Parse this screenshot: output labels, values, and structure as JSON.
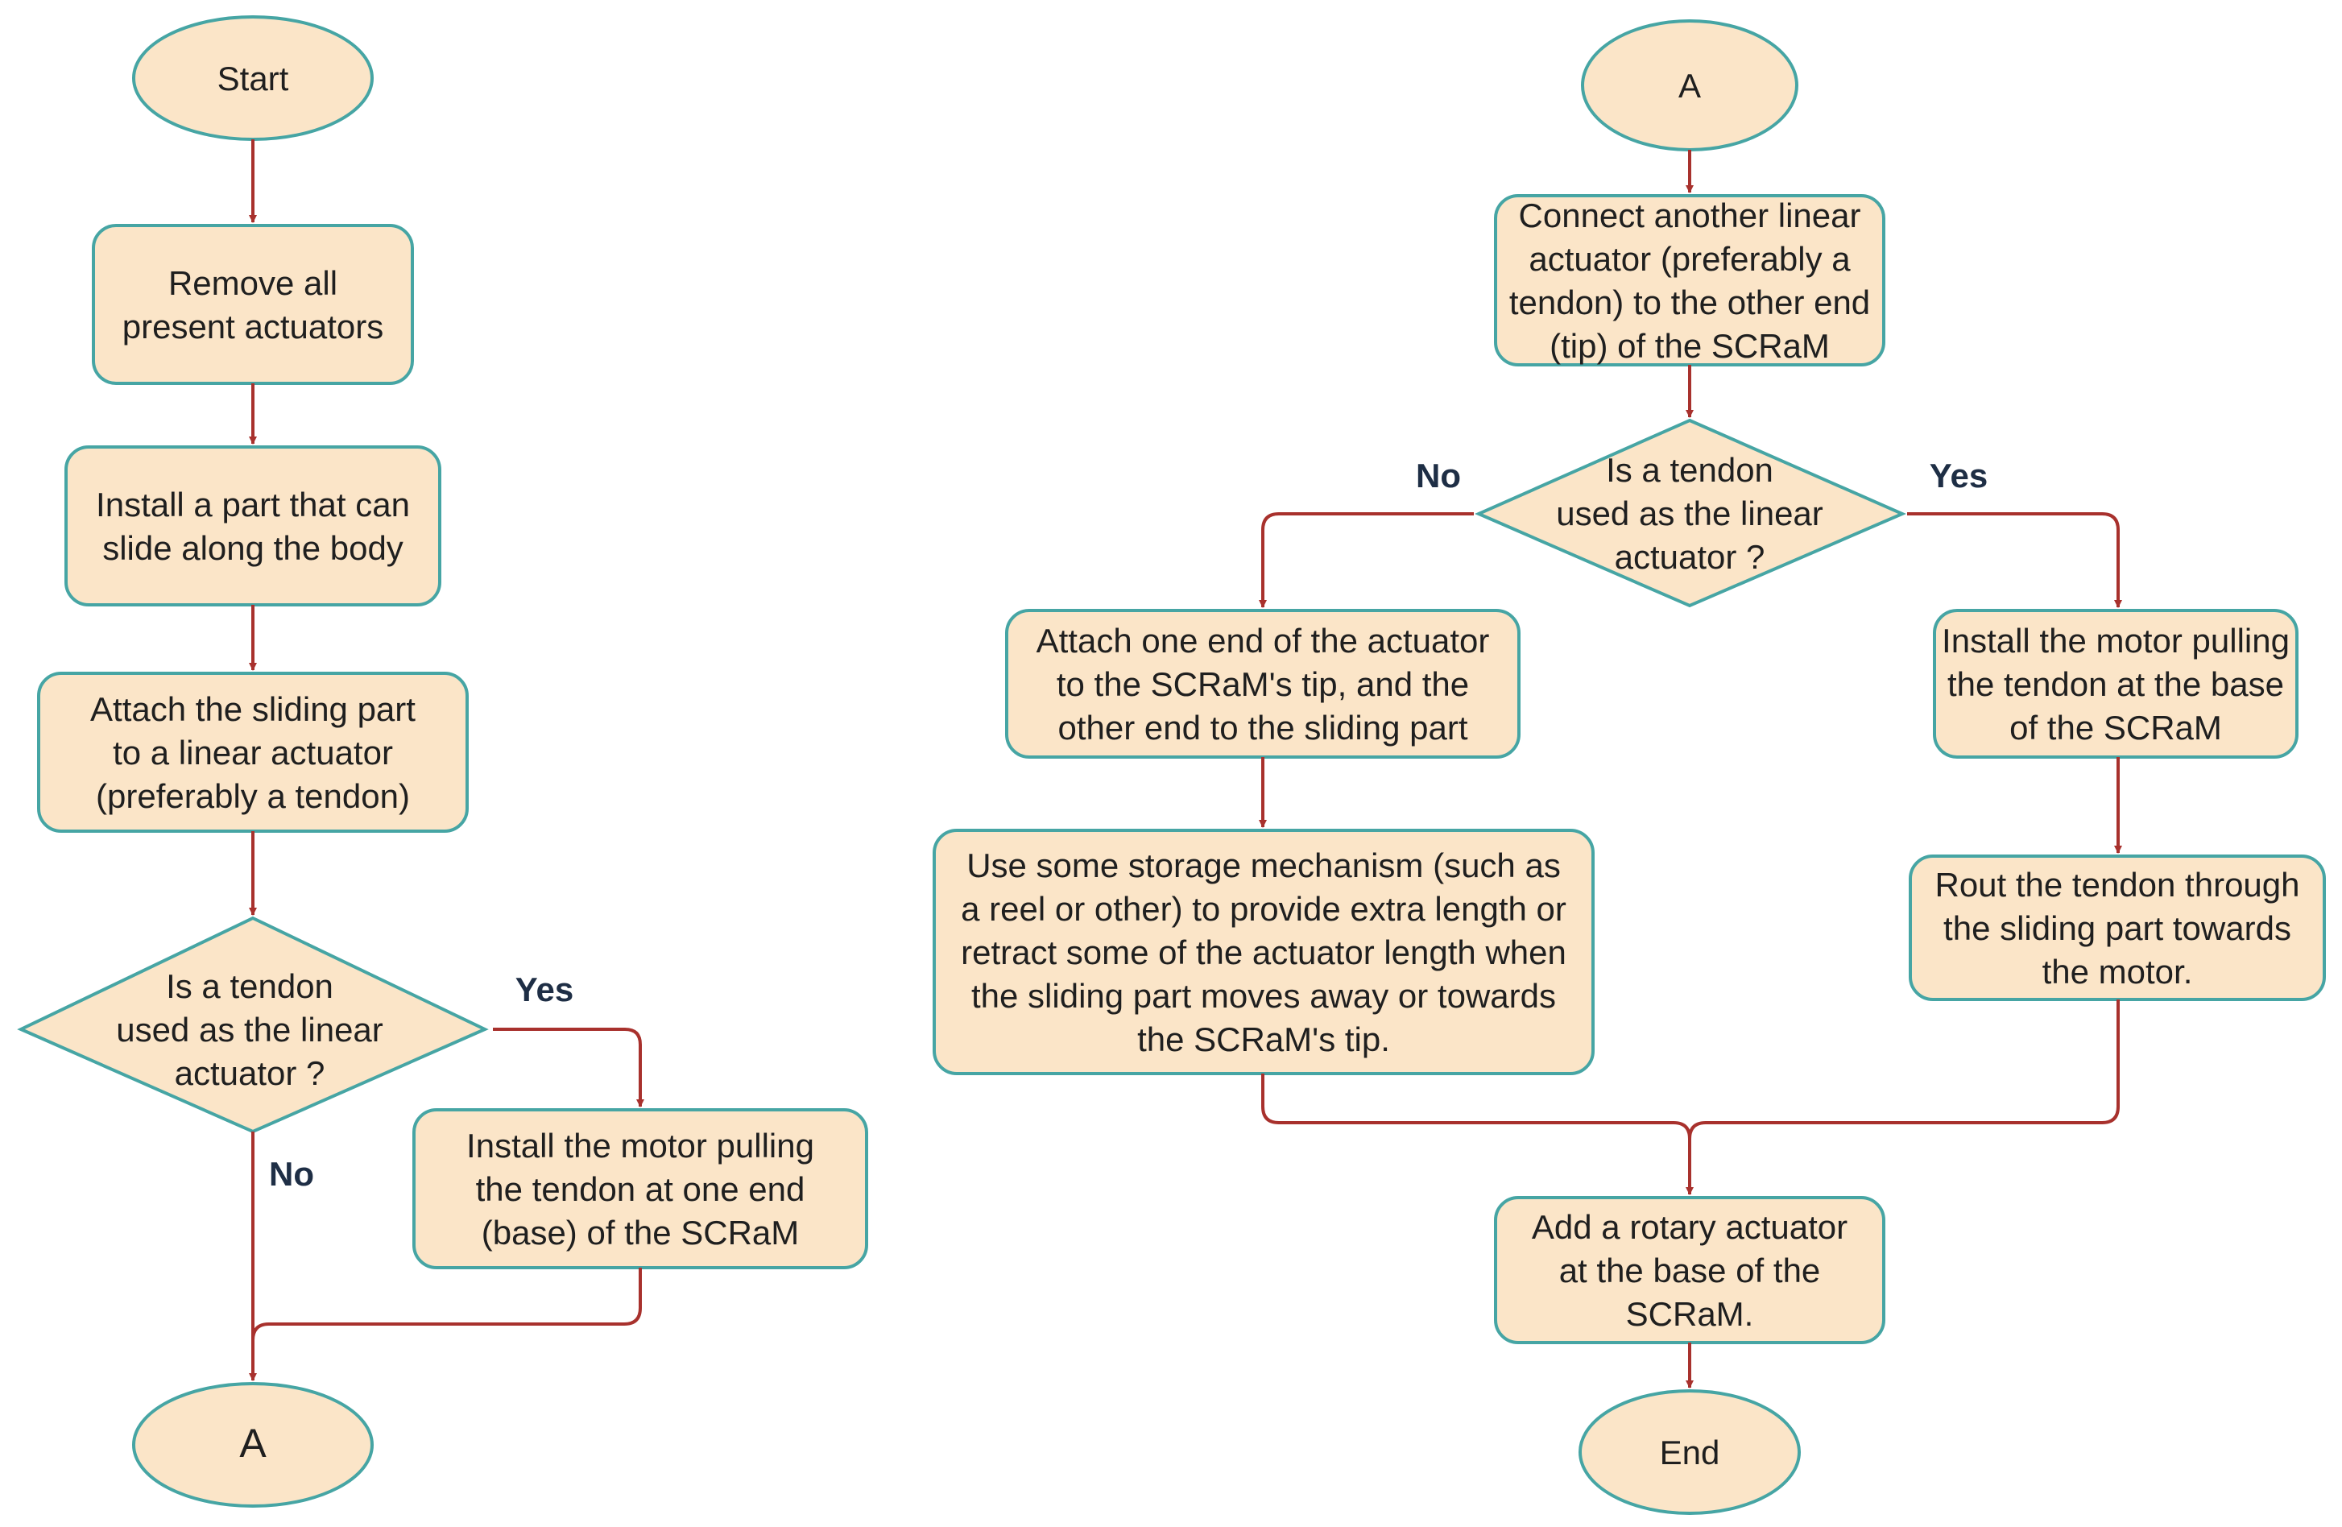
{
  "left": {
    "start": "Start",
    "remove": [
      "Remove all",
      "present actuators"
    ],
    "install_part": [
      "Install a part that can",
      "slide along the body"
    ],
    "attach_sliding": [
      "Attach the sliding part",
      "to a linear actuator",
      "(preferably a tendon)"
    ],
    "decision": [
      "Is a tendon",
      "used as the linear",
      "actuator ?"
    ],
    "yes_label": "Yes",
    "no_label": "No",
    "install_motor": [
      "Install the motor pulling",
      "the tendon at one end",
      "(base) of the SCRaM"
    ],
    "connector": "A"
  },
  "right": {
    "connector": "A",
    "connect_another": [
      "Connect another linear",
      "actuator (preferably a",
      "tendon) to the other end",
      "(tip) of the SCRaM"
    ],
    "decision": [
      "Is a tendon",
      "used as the linear",
      "actuator ?"
    ],
    "no_label": "No",
    "yes_label": "Yes",
    "attach_end": [
      "Attach one end of the actuator",
      "to the SCRaM's tip, and the",
      "other end to the sliding part"
    ],
    "storage": [
      "Use some storage mechanism (such as",
      "a reel or other) to provide extra length or",
      "retract some of the actuator length when",
      "the sliding part moves away or towards",
      "the SCRaM's tip."
    ],
    "install_motor_base": [
      "Install the motor pulling",
      "the tendon at the base",
      "of the SCRaM"
    ],
    "rout": [
      "Rout the tendon through",
      "the sliding part towards",
      "the motor."
    ],
    "add_rotary": [
      "Add a rotary actuator",
      "at the base of the",
      "SCRaM."
    ],
    "end": "End"
  },
  "colors": {
    "fill": "#fbe5c8",
    "border": "#46a5a4",
    "arrow": "#a8312d",
    "label": "#1e2e45"
  }
}
